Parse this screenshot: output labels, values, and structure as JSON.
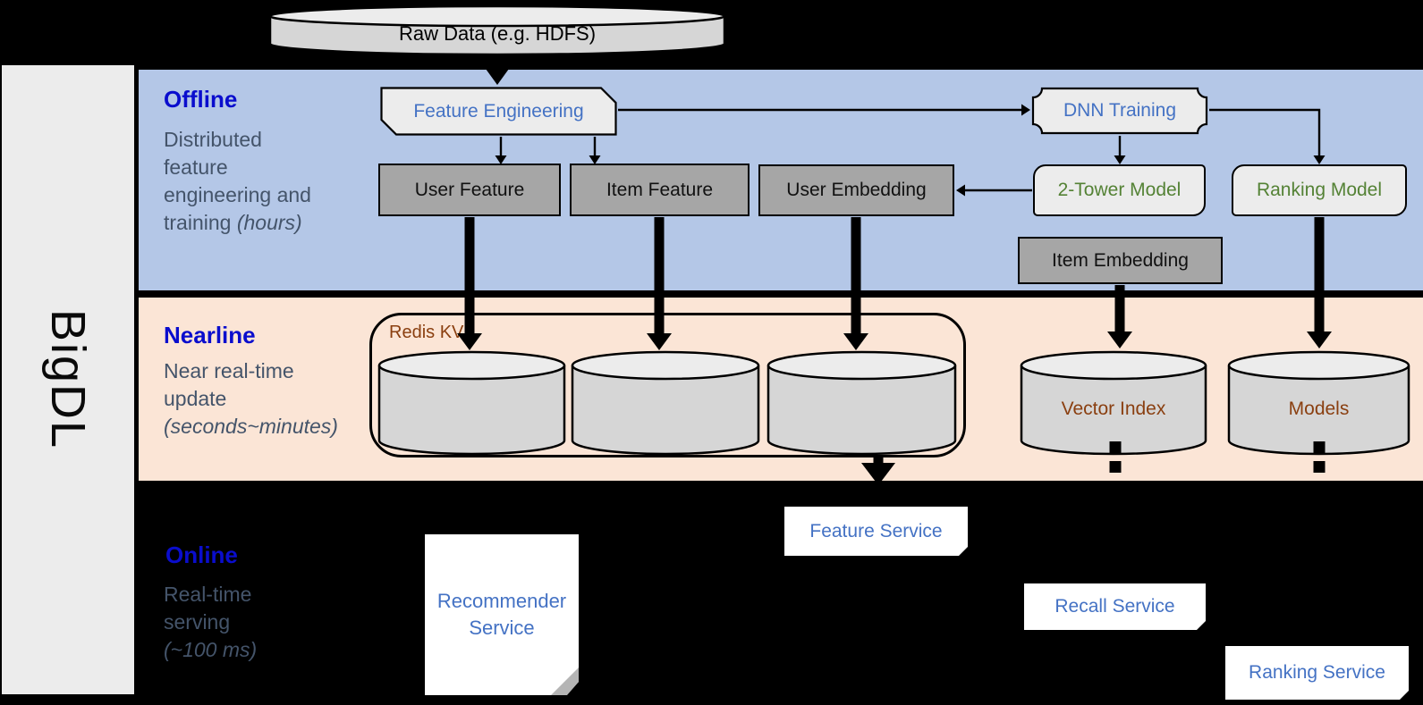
{
  "brand": "BigDL",
  "colors": {
    "band_offline": "#B4C7E7",
    "band_nearline": "#FBE5D6",
    "section_label_blue": "#0A0DCD",
    "description_gray": "#44546A",
    "node_text_blue": "#4472C4",
    "node_text_green": "#548235",
    "node_text_brown": "#8A3F10",
    "node_gray_fill": "#A6A6A6",
    "shape_light_fill": "#ECECEC",
    "cylinder_fill": "#D6D6D6"
  },
  "raw_data": {
    "label": "Raw Data (e.g. HDFS)"
  },
  "sections": {
    "offline": {
      "label": "Offline",
      "desc_lines": [
        "Distributed",
        "feature",
        "engineering and",
        "training"
      ],
      "time": "(hours)"
    },
    "nearline": {
      "label": "Nearline",
      "desc_lines": [
        "Near real-time",
        "update"
      ],
      "time": "(seconds~minutes)"
    },
    "online": {
      "label": "Online",
      "desc_lines": [
        "Real-time",
        "serving"
      ],
      "time": "(~100 ms)"
    }
  },
  "offline_nodes": {
    "feature_engineering": "Feature Engineering",
    "dnn_training": "DNN Training",
    "user_feature": "User Feature",
    "item_feature": "Item Feature",
    "user_embedding": "User Embedding",
    "two_tower_model": "2-Tower Model",
    "ranking_model": "Ranking Model",
    "item_embedding": "Item Embedding"
  },
  "nearline_nodes": {
    "redis_kv": "Redis KV",
    "vector_index": "Vector Index",
    "models": "Models"
  },
  "online_nodes": {
    "recommender_service_lines": [
      "Recommender",
      "Service"
    ],
    "feature_service": "Feature Service",
    "recall_service": "Recall Service",
    "ranking_service": "Ranking Service"
  }
}
